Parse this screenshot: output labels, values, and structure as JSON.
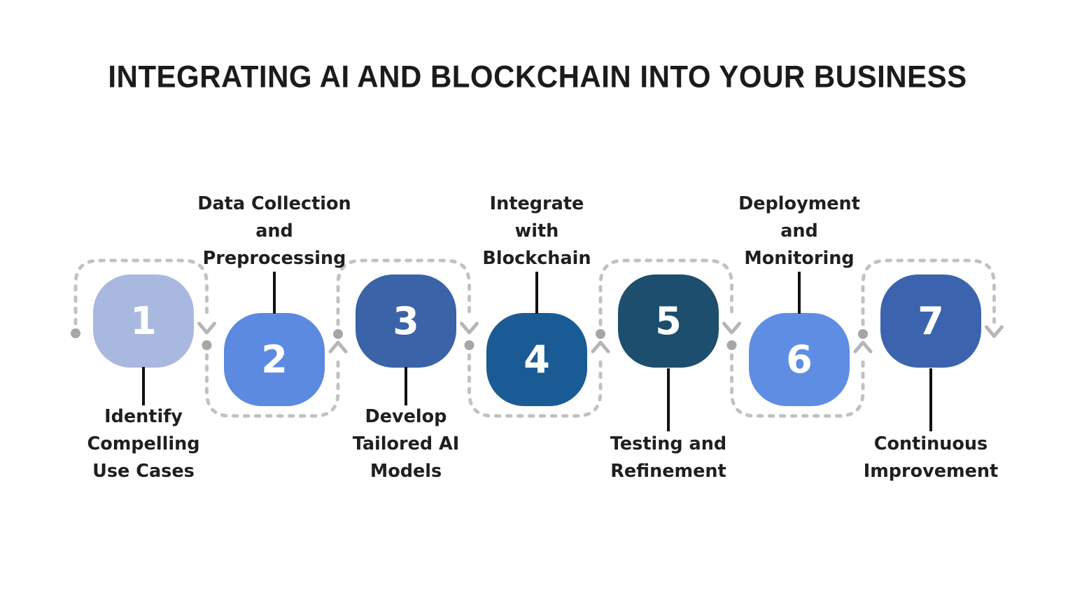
{
  "title": "INTEGRATING AI AND BLOCKCHAIN INTO YOUR BUSINESS",
  "steps": [
    {
      "number": "1",
      "label_lines": [
        "Identify",
        "Compelling",
        "Use Cases"
      ],
      "label_position": "below",
      "color": "#a9b8de"
    },
    {
      "number": "2",
      "label_lines": [
        "Data Collection",
        "and",
        "Preprocessing"
      ],
      "label_position": "above",
      "color": "#5c8ae0"
    },
    {
      "number": "3",
      "label_lines": [
        "Develop",
        "Tailored AI",
        "Models"
      ],
      "label_position": "below",
      "color": "#3a63a8"
    },
    {
      "number": "4",
      "label_lines": [
        "Integrate",
        "with",
        "Blockchain"
      ],
      "label_position": "above",
      "color": "#1a5b95"
    },
    {
      "number": "5",
      "label_lines": [
        "Testing and",
        "Refinement"
      ],
      "label_position": "below",
      "color": "#1d4e6d"
    },
    {
      "number": "6",
      "label_lines": [
        "Deployment",
        "and",
        "Monitoring"
      ],
      "label_position": "above",
      "color": "#5f8de4"
    },
    {
      "number": "7",
      "label_lines": [
        "Continuous",
        "Improvement"
      ],
      "label_position": "below",
      "color": "#3c64ae"
    }
  ],
  "connector": {
    "style": "dashed",
    "dash_color": "#c2c2c2",
    "arrow_color": "#b6b6b6",
    "dot_color": "#a6a6a6",
    "direction": "left-to-right"
  }
}
